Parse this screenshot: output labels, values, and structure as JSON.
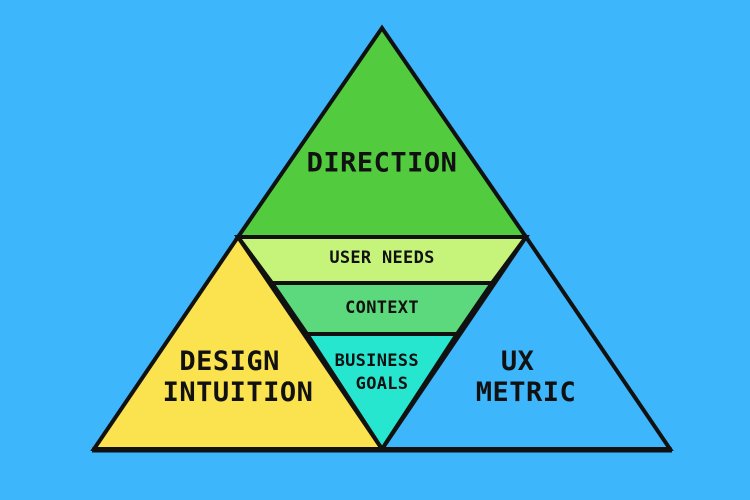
{
  "diagram": {
    "top": {
      "label": "DIRECTION"
    },
    "bands": [
      {
        "label": "USER NEEDS"
      },
      {
        "label": "CONTEXT"
      },
      {
        "label": "BUSINESS GOALS",
        "lines": [
          "BUSINESS",
          "GOALS"
        ]
      }
    ],
    "left": {
      "label": "DESIGN INTUITION",
      "lines": [
        "DESIGN",
        "INTUITION"
      ]
    },
    "right": {
      "label": "UX METRIC",
      "lines": [
        "UX",
        "METRIC"
      ]
    }
  },
  "colors": {
    "background": "#3db6fb",
    "direction": "#52cc3e",
    "user_needs": "#c6f47a",
    "context": "#5cd97c",
    "business_goals": "#27e6cf",
    "design_intuition": "#fbe24f",
    "ux_metric": "#3db6fb",
    "outline": "#111111"
  }
}
